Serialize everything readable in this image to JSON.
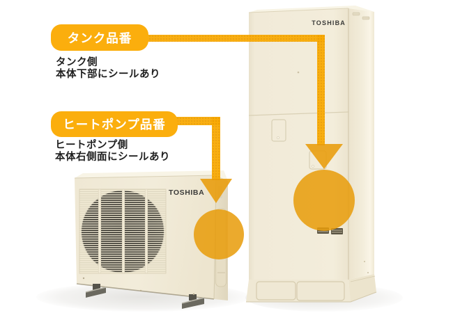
{
  "figure": {
    "callouts": {
      "tank": {
        "badge_label": "タンク品番",
        "note_line1": "タンク側",
        "note_line2": "本体下部にシールあり"
      },
      "heat_pump": {
        "badge_label": "ヒートポンプ品番",
        "note_line1": "ヒートポンプ側",
        "note_line2": "本体右側面にシールあり"
      }
    },
    "units": {
      "tank_brand": "TOSHIBA",
      "heat_pump_brand": "TOSHIBA"
    },
    "icons": {
      "tank_pointer": "arrow-down",
      "heat_pump_pointer": "arrow-down"
    },
    "colors": {
      "badge_orange": "#FBAE0D",
      "connector_orange": "#F9AB06",
      "marker_orange": "#E89C0A",
      "badge_text": "#FFFFFF",
      "note_text": "#1F1F1F",
      "brand_text": "#3B3B39",
      "cabinet_cream": "#F1EAD7",
      "fan_dark": "#312F28"
    }
  }
}
